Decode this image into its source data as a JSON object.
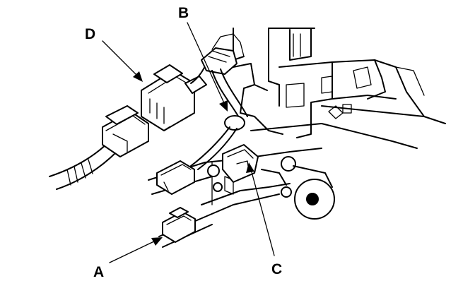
{
  "diagram": {
    "callouts": [
      {
        "id": "A",
        "label": "A"
      },
      {
        "id": "B",
        "label": "B"
      },
      {
        "id": "C",
        "label": "C"
      },
      {
        "id": "D",
        "label": "D"
      }
    ]
  }
}
